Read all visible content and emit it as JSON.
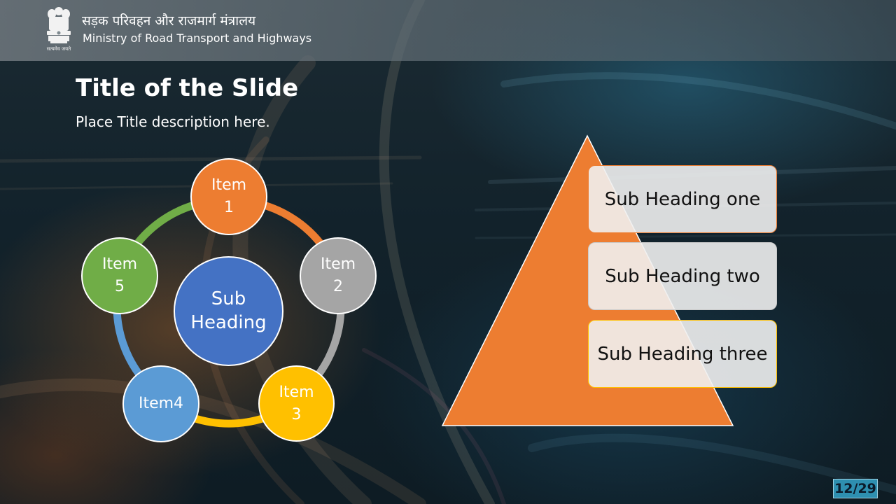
{
  "header": {
    "hindi_title": "सड़क परिवहन और राजमार्ग मंत्रालय",
    "english_title": "Ministry of Road Transport and Highways",
    "emblem_icon": "national-emblem-icon",
    "emblem_caption": "सत्यमेव जयते"
  },
  "slide": {
    "title": "Title of the Slide",
    "description": "Place Title description here."
  },
  "cycle_diagram": {
    "center": "Sub\nHeading",
    "items": [
      {
        "label": "Item\n1",
        "color": "#ed7d31"
      },
      {
        "label": "Item\n2",
        "color": "#a5a5a5"
      },
      {
        "label": "Item\n3",
        "color": "#ffc000"
      },
      {
        "label": "Item4",
        "color": "#5b9bd5"
      },
      {
        "label": "Item\n5",
        "color": "#70ad47"
      }
    ],
    "center_color": "#4472c4"
  },
  "pyramid": {
    "color": "#ed7d31",
    "sub_headings": [
      "Sub Heading one",
      "Sub Heading two",
      "Sub Heading three"
    ]
  },
  "footer": {
    "page_number": "12/29"
  }
}
